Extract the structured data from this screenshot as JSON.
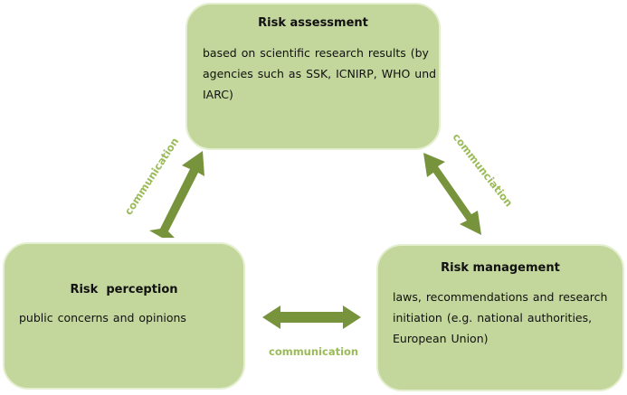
{
  "assessment": {
    "title": "Risk assessment",
    "text": "based on scientific research results (by agencies such as SSK, ICNIRP, WHO und IARC)"
  },
  "perception": {
    "title": "Risk  perception",
    "text": "public concerns and opinions"
  },
  "management": {
    "title": "Risk management",
    "text": "laws, recommendations and research initiation (e.g. national authorities, European Union)"
  },
  "labels": {
    "left": "communication",
    "right": "communciation",
    "bottom": "communication"
  },
  "colors": {
    "box_fill": "#c3d69b",
    "arrow": "#77933c",
    "label": "#9bbb59"
  }
}
